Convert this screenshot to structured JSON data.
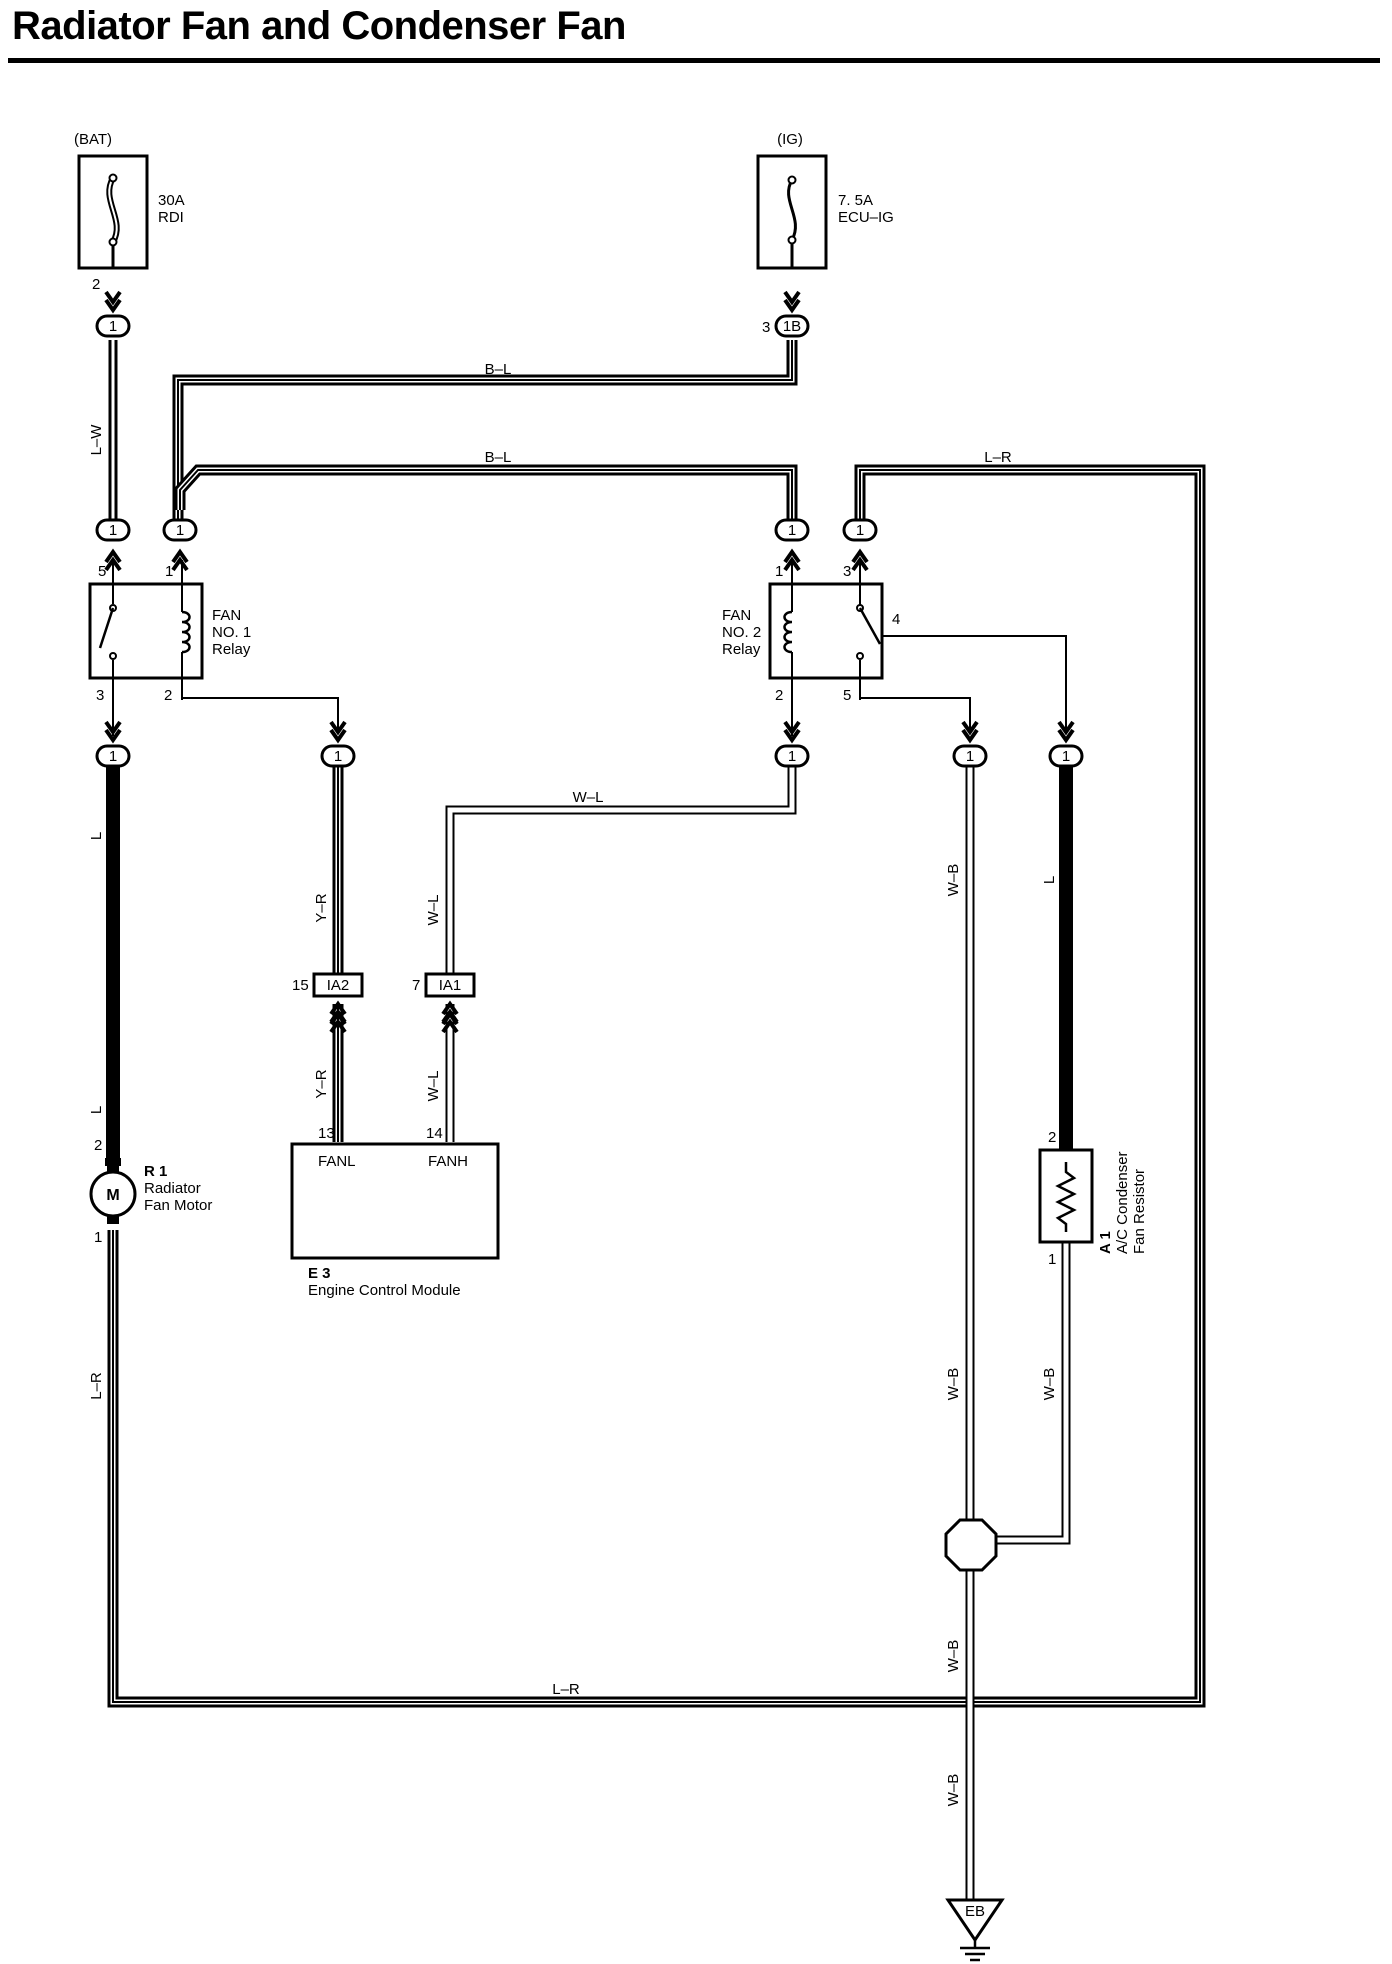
{
  "title": "Radiator Fan and Condenser Fan",
  "power": {
    "bat": {
      "label": "(BAT)",
      "amp": "30A",
      "name": "RDI",
      "pin": "2",
      "conn": "1"
    },
    "ig": {
      "label": "(IG)",
      "amp": "7. 5A",
      "name": "ECU–IG",
      "pin": "3",
      "conn": "1B"
    }
  },
  "wires": {
    "lw": "L–W",
    "bl": "B–L",
    "lr": "L–R",
    "l": "L",
    "yr": "Y–R",
    "wl": "W–L",
    "wb": "W–B"
  },
  "relay1": {
    "line1": "FAN",
    "line2": "NO. 1",
    "line3": "Relay",
    "p5": "5",
    "p1": "1",
    "p3": "3",
    "p2": "2"
  },
  "relay2": {
    "line1": "FAN",
    "line2": "NO. 2",
    "line3": "Relay",
    "p1": "1",
    "p3": "3",
    "p2": "2",
    "p4": "4",
    "p5": "5"
  },
  "conn1": "1",
  "inline": {
    "ia2": {
      "id": "IA2",
      "pin": "15"
    },
    "ia1": {
      "id": "IA1",
      "pin": "7"
    }
  },
  "ecm": {
    "code": "E 3",
    "name": "Engine Control Module",
    "fanl": "FANL",
    "fanh": "FANH",
    "pin_fanl": "13",
    "pin_fanh": "14"
  },
  "motor": {
    "code": "R 1",
    "name1": "Radiator",
    "name2": "Fan Motor",
    "symbol": "M",
    "pin_top": "2",
    "pin_bottom": "1"
  },
  "resistor": {
    "code": "A 1",
    "name1": "A/C Condenser",
    "name2": "Fan Resistor",
    "pin_top": "2",
    "pin_bottom": "1"
  },
  "ground": {
    "id": "EB"
  }
}
